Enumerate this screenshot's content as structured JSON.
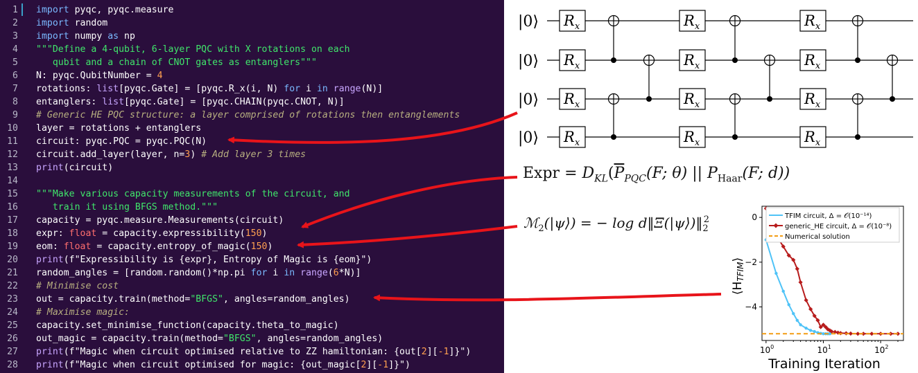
{
  "editor": {
    "lines": [
      {
        "num": "1",
        "segs": [
          {
            "c": "k",
            "t": "import "
          },
          {
            "c": "",
            "t": "pyqc, pyqc.measure"
          }
        ]
      },
      {
        "num": "2",
        "segs": [
          {
            "c": "k",
            "t": "import "
          },
          {
            "c": "",
            "t": "random"
          }
        ]
      },
      {
        "num": "3",
        "segs": [
          {
            "c": "k",
            "t": "import "
          },
          {
            "c": "",
            "t": "numpy "
          },
          {
            "c": "k",
            "t": "as "
          },
          {
            "c": "",
            "t": "np"
          }
        ]
      },
      {
        "num": "4",
        "segs": [
          {
            "c": "s",
            "t": "\"\"\"Define a 4-qubit, 6-layer PQC with X rotations on each"
          }
        ]
      },
      {
        "num": "5",
        "segs": [
          {
            "c": "s",
            "t": "   qubit and a chain of CNOT gates as entanglers\"\"\""
          }
        ]
      },
      {
        "num": "6",
        "segs": [
          {
            "c": "",
            "t": "N: pyqc.QubitNumber = "
          },
          {
            "c": "n",
            "t": "4"
          }
        ]
      },
      {
        "num": "7",
        "segs": [
          {
            "c": "",
            "t": "rotations: "
          },
          {
            "c": "i",
            "t": "list"
          },
          {
            "c": "",
            "t": "[pyqc.Gate] = [pyqc.R_x(i, N) "
          },
          {
            "c": "k",
            "t": "for "
          },
          {
            "c": "",
            "t": "i "
          },
          {
            "c": "k",
            "t": "in "
          },
          {
            "c": "i",
            "t": "range"
          },
          {
            "c": "",
            "t": "(N)]"
          }
        ]
      },
      {
        "num": "8",
        "segs": [
          {
            "c": "",
            "t": "entanglers: "
          },
          {
            "c": "i",
            "t": "list"
          },
          {
            "c": "",
            "t": "[pyqc.Gate] = [pyqc.CHAIN(pyqc.CNOT, N)]"
          }
        ]
      },
      {
        "num": "9",
        "segs": [
          {
            "c": "c",
            "t": "# Generic HE PQC structure: a layer comprised of rotations then entanglements"
          }
        ]
      },
      {
        "num": "10",
        "segs": [
          {
            "c": "",
            "t": "layer = rotations + entanglers"
          }
        ]
      },
      {
        "num": "11",
        "segs": [
          {
            "c": "",
            "t": "circuit: pyqc.PQC = pyqc.PQC(N)"
          }
        ]
      },
      {
        "num": "12",
        "segs": [
          {
            "c": "",
            "t": "circuit.add_layer(layer, n="
          },
          {
            "c": "n",
            "t": "3"
          },
          {
            "c": "",
            "t": ") "
          },
          {
            "c": "c",
            "t": "# Add layer 3 times"
          }
        ]
      },
      {
        "num": "13",
        "segs": [
          {
            "c": "i",
            "t": "print"
          },
          {
            "c": "",
            "t": "(circuit)"
          }
        ]
      },
      {
        "num": "14",
        "segs": []
      },
      {
        "num": "15",
        "segs": [
          {
            "c": "s",
            "t": "\"\"\"Make various capacity measurements of the circuit, and"
          }
        ]
      },
      {
        "num": "16",
        "segs": [
          {
            "c": "s",
            "t": "   train it using BFGS method.\"\"\""
          }
        ]
      },
      {
        "num": "17",
        "segs": [
          {
            "c": "",
            "t": "capacity = pyqc.measure.Measurements(circuit)"
          }
        ]
      },
      {
        "num": "18",
        "segs": [
          {
            "c": "",
            "t": "expr: "
          },
          {
            "c": "t",
            "t": "float"
          },
          {
            "c": "",
            "t": " = capacity.expressibility("
          },
          {
            "c": "n",
            "t": "150"
          },
          {
            "c": "",
            "t": ")"
          }
        ]
      },
      {
        "num": "19",
        "segs": [
          {
            "c": "",
            "t": "eom: "
          },
          {
            "c": "t",
            "t": "float"
          },
          {
            "c": "",
            "t": " = capacity.entropy_of_magic("
          },
          {
            "c": "n",
            "t": "150"
          },
          {
            "c": "",
            "t": ")"
          }
        ]
      },
      {
        "num": "20",
        "segs": [
          {
            "c": "i",
            "t": "print"
          },
          {
            "c": "",
            "t": "(f\"Expressibility is {expr}, Entropy of Magic is {eom}\")"
          }
        ]
      },
      {
        "num": "21",
        "segs": [
          {
            "c": "",
            "t": "random_angles = [random.random()*np.pi "
          },
          {
            "c": "k",
            "t": "for "
          },
          {
            "c": "",
            "t": "i "
          },
          {
            "c": "k",
            "t": "in "
          },
          {
            "c": "i",
            "t": "range"
          },
          {
            "c": "",
            "t": "("
          },
          {
            "c": "n",
            "t": "6"
          },
          {
            "c": "",
            "t": "*N)]"
          }
        ]
      },
      {
        "num": "22",
        "segs": [
          {
            "c": "c",
            "t": "# Minimise cost"
          }
        ]
      },
      {
        "num": "23",
        "segs": [
          {
            "c": "",
            "t": "out = capacity.train(method="
          },
          {
            "c": "s",
            "t": "\"BFGS\""
          },
          {
            "c": "",
            "t": ", angles=random_angles)"
          }
        ]
      },
      {
        "num": "24",
        "segs": [
          {
            "c": "c",
            "t": "# Maximise magic:"
          }
        ]
      },
      {
        "num": "25",
        "segs": [
          {
            "c": "",
            "t": "capacity.set_minimise_function(capacity.theta_to_magic)"
          }
        ]
      },
      {
        "num": "26",
        "segs": [
          {
            "c": "",
            "t": "out_magic = capacity.train(method="
          },
          {
            "c": "s",
            "t": "\"BFGS\""
          },
          {
            "c": "",
            "t": ", angles=random_angles)"
          }
        ]
      },
      {
        "num": "27",
        "segs": [
          {
            "c": "i",
            "t": "print"
          },
          {
            "c": "",
            "t": "(f\"Magic when circuit optimised relative to ZZ hamiltonian: {out["
          },
          {
            "c": "n",
            "t": "2"
          },
          {
            "c": "",
            "t": "]["
          },
          {
            "c": "n",
            "t": "-1"
          },
          {
            "c": "",
            "t": "]}\")"
          }
        ]
      },
      {
        "num": "28",
        "segs": [
          {
            "c": "i",
            "t": "print"
          },
          {
            "c": "",
            "t": "(f\"Magic when circuit optimised for magic: {out_magic["
          },
          {
            "c": "n",
            "t": "2"
          },
          {
            "c": "",
            "t": "]["
          },
          {
            "c": "n",
            "t": "-1"
          },
          {
            "c": "",
            "t": "]}\")"
          }
        ]
      }
    ]
  },
  "circuit": {
    "ket_label": "|0⟩",
    "gate_label_main": "R",
    "gate_label_sub": "x"
  },
  "formulas": {
    "expr_lhs": "Expr",
    "expr_eq": "=",
    "expr_dkl": "D",
    "expr_kl_sub": "KL",
    "expr_hat_p": "P",
    "expr_pqc_sub": "PQC",
    "expr_args1": "(F; θ) || P",
    "expr_haar_sub": "Haar",
    "expr_args2": "(F; d))",
    "magic_m": "ℳ",
    "magic_sub": "2",
    "magic_psi": "(|ψ⟩) = − log d‖Ξ(|ψ⟩)‖",
    "magic_sub2": "2",
    "magic_sup2": "2"
  },
  "chart_data": {
    "type": "line",
    "xscale": "log",
    "xlabel": "Training Iteration",
    "ylabel": "⟨H",
    "ylabel_sub": "TFIM",
    "ylabel_end": "⟩",
    "xlim": [
      0.85,
      250
    ],
    "ylim": [
      -5.5,
      0.5
    ],
    "xticks": [
      {
        "v": 1,
        "label": "10",
        "sup": "0"
      },
      {
        "v": 10,
        "label": "10",
        "sup": "1"
      },
      {
        "v": 100,
        "label": "10",
        "sup": "2"
      }
    ],
    "yticks": [
      {
        "v": 0,
        "label": "0"
      },
      {
        "v": -2,
        "label": "−2"
      },
      {
        "v": -4,
        "label": "−4"
      }
    ],
    "legend_position": "top-right",
    "series": [
      {
        "name": "TFIM circuit, Δ = 𝒪(10⁻¹⁴)",
        "color": "#4fc3f7",
        "marker": "circle",
        "x": [
          1,
          1.5,
          2,
          2.5,
          3,
          3.5,
          4,
          5,
          6,
          7,
          8,
          9,
          10,
          11,
          12,
          13
        ],
        "y": [
          -1.0,
          -2.5,
          -3.3,
          -3.9,
          -4.3,
          -4.6,
          -4.8,
          -4.95,
          -5.05,
          -5.1,
          -5.15,
          -5.18,
          -5.2,
          -5.2,
          -5.2,
          -5.2
        ]
      },
      {
        "name": "generic_HE circuit, Δ = 𝒪(10⁻⁸)",
        "color": "#b71c1c",
        "marker": "diamond",
        "x": [
          1,
          1.5,
          2,
          2.5,
          3,
          3.5,
          4,
          5,
          6,
          7,
          8,
          9,
          10,
          11,
          12,
          13,
          14,
          16,
          18,
          20,
          25,
          30,
          40,
          50,
          70,
          100,
          150,
          200
        ],
        "y": [
          0.4,
          -0.8,
          -1.3,
          -1.7,
          -1.9,
          -2.3,
          -2.9,
          -3.7,
          -4.1,
          -4.4,
          -4.6,
          -4.9,
          -4.8,
          -4.9,
          -5.0,
          -5.05,
          -5.1,
          -5.12,
          -5.15,
          -5.17,
          -5.18,
          -5.19,
          -5.2,
          -5.2,
          -5.2,
          -5.2,
          -5.2,
          -5.2
        ]
      },
      {
        "name": "Numerical solution",
        "color": "#f39c12",
        "marker": "dashed",
        "x": [
          0.85,
          250
        ],
        "y": [
          -5.2,
          -5.2
        ]
      }
    ]
  }
}
